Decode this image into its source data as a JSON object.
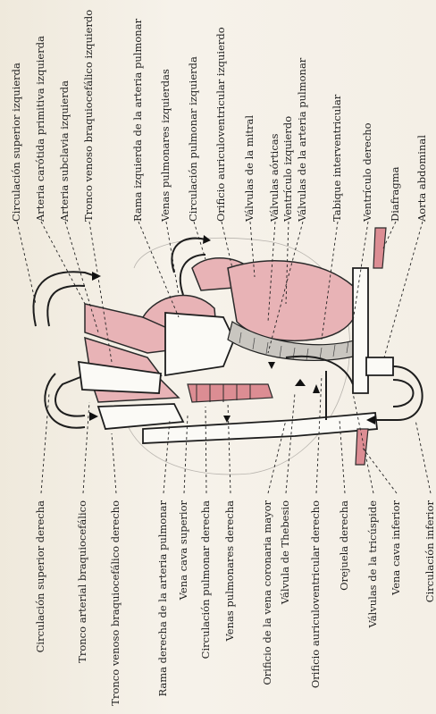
{
  "labels_top": [
    "Circulación superior izquierda",
    "Arteria carótida primitiva izquierda",
    "Arteria subclavia izquierda",
    "Tronco venoso braquiocefálico izquierdo",
    "Rama izquierda de la arteria pulmonar",
    "Venas pulmonares izquierdas",
    "Circulación pulmonar izquierda",
    "Orificio auriculoventricular izquierdo",
    "Válvulas de la mitral",
    "Válvulas aórticas",
    "Ventrículo izquierdo",
    "Válvulas de la arteria pulmonar",
    "Tabique interventricular",
    "Ventrículo derecho",
    "Diafragma",
    "Aorta abdominal"
  ],
  "labels_bottom": [
    "Circulación superior derecha",
    "Tronco arterial braquiocefálico",
    "Tronco venoso braquiocefálico derecho",
    "Rama derecha de la arteria pulmonar",
    "Vena cava superior",
    "Circulación pulmonar derecha",
    "Venas pulmonares derecha",
    "Orificio de la vena coronaria mayor",
    "Válvula de Thebesio",
    "Orificio auriculoventricular derecho",
    "Orejuela derecha",
    "Válvulas de la tricúspide",
    "Vena cava inferior",
    "Circulación inferior"
  ]
}
